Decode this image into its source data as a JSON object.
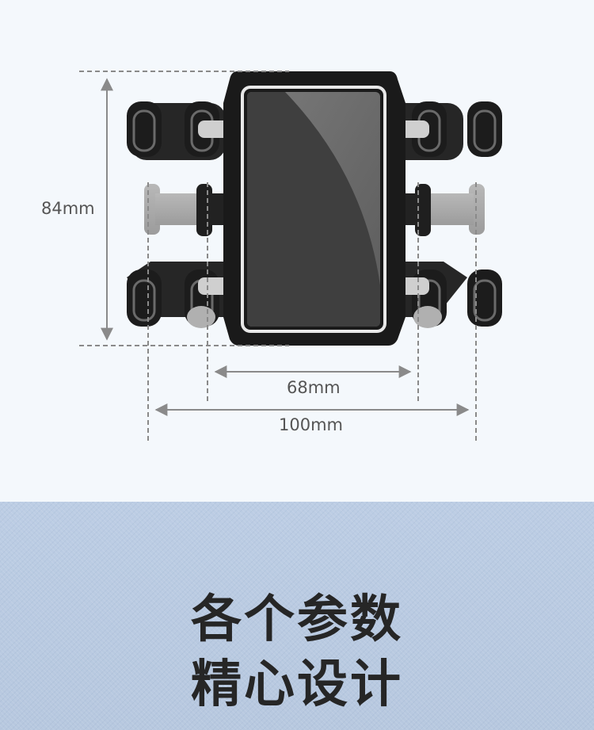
{
  "dimensions": {
    "height_label": "84mm",
    "inner_width_label": "68mm",
    "outer_width_label": "100mm"
  },
  "headline": {
    "line1": "各个参数",
    "line2": "精心设计"
  },
  "colors": {
    "top_background": "#f4f8fc",
    "bottom_background": "#b9cae1",
    "dimension_line": "#8a8a8a",
    "device_body": "#1a1a1a",
    "headline_text": "#262626"
  }
}
